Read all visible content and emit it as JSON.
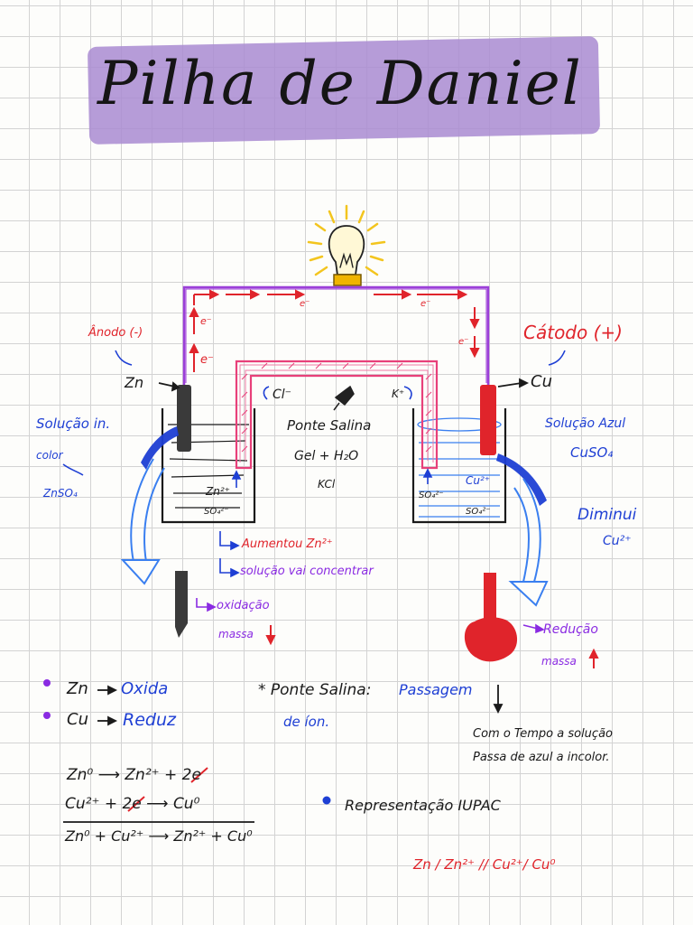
{
  "title": "Pilha de Daniel",
  "labels": {
    "anodo": "Ânodo (-)",
    "catodo": "Cátodo (+)",
    "zn_electrode": "Zn",
    "cu_electrode": "Cu",
    "electron": "e⁻",
    "cl_ion": "Cl⁻",
    "k_ion": "K⁺",
    "ponte_line1": "Ponte Salina",
    "ponte_line2": "Gel + H₂O",
    "ponte_line3": "KCl",
    "sol_left_1": "Solução in.",
    "sol_left_2": "color",
    "sol_left_3": "ZnSO₄",
    "sol_right_1": "Solução Azul",
    "sol_right_2": "CuSO₄",
    "zn2_ion": "Zn²⁺",
    "so4_left": "SO₄²⁻",
    "cu2_ion": "Cu²⁺",
    "so4_right_a": "SO₄²⁻",
    "so4_right_b": "SO₄²⁻",
    "aumentou": "Aumentou Zn²⁺",
    "concentrar": "solução vai concentrar",
    "oxidacao": "oxidação",
    "massa_left": "massa",
    "diminui": "Diminui",
    "cu2_right": "Cu²⁺",
    "reducao": "Redução",
    "massa_right": "massa"
  },
  "notes": {
    "zn_oxida_a": "Zn",
    "zn_oxida_b": "Oxida",
    "cu_reduz_a": "Cu",
    "cu_reduz_b": "Reduz",
    "ponte_note_a": "* Ponte Salina:",
    "ponte_note_b": "Passagem",
    "ponte_note_c": "de íon.",
    "tempo_1": "Com o Tempo a solução",
    "tempo_2": "Passa de azul a incolor.",
    "eq1": "Zn⁰ ⟶ Zn²⁺ + 2e",
    "eq2": "Cu²⁺ + 2e ⟶ Cu⁰",
    "eq3": "Zn⁰ + Cu²⁺ ⟶ Zn²⁺ + Cu⁰",
    "repr": "Representação IUPAC",
    "iupac": "Zn / Zn²⁺ // Cu²⁺/ Cu⁰"
  },
  "colors": {
    "purple_wire": "#9b3fd8",
    "red": "#e0242b",
    "blue": "#1e3fd4",
    "pink": "#e8407a",
    "highlight": "#a98bd1",
    "zinc": "#3a3a3a"
  }
}
